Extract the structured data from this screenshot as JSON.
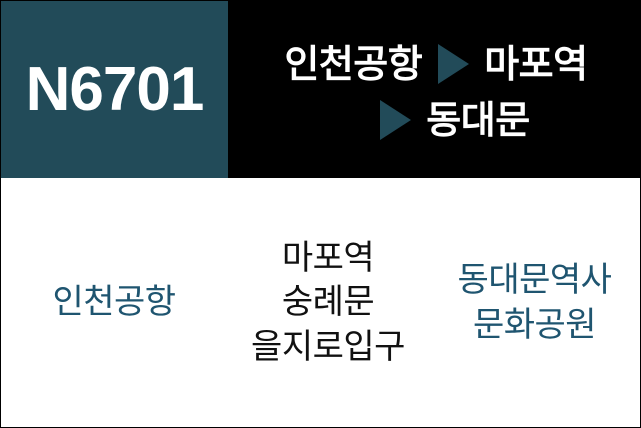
{
  "sign": {
    "background_color": "#ffffff",
    "border_color": "#000000"
  },
  "header": {
    "badge": {
      "route_number": "N6701",
      "background_color": "#224b59",
      "text_color": "#ffffff"
    },
    "background_color": "#000000",
    "text_color": "#ffffff",
    "arrow_color": "#224b59",
    "arrow_icon": "triangle-right-icon",
    "route_lines": [
      {
        "parts": [
          {
            "type": "stop",
            "label": "인천공항"
          },
          {
            "type": "arrow",
            "label": "▶"
          },
          {
            "type": "stop",
            "label": "마포역"
          }
        ]
      },
      {
        "parts": [
          {
            "type": "arrow",
            "label": "▶"
          },
          {
            "type": "stop",
            "label": "동대문"
          }
        ]
      }
    ]
  },
  "body": {
    "columns": [
      {
        "id": "origin",
        "text_color": "#1f5570",
        "stops": [
          "인천공항"
        ]
      },
      {
        "id": "via",
        "text_color": "#111111",
        "stops": [
          "마포역",
          "숭례문",
          "을지로입구"
        ]
      },
      {
        "id": "destination",
        "text_color": "#1f5570",
        "stops": [
          "동대문역사",
          "문화공원"
        ]
      }
    ]
  }
}
